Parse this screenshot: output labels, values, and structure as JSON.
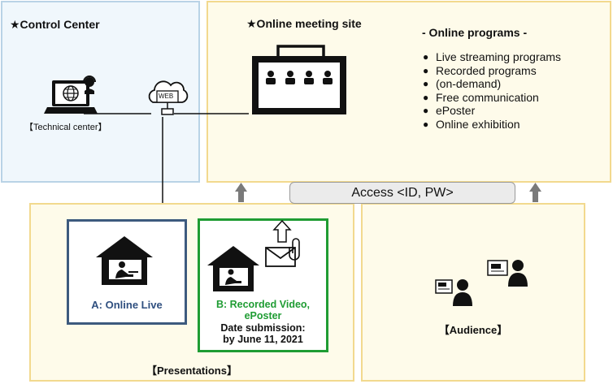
{
  "control_center": {
    "title": "★Control Center",
    "technical_center_label": "【Technical center】"
  },
  "meeting_site": {
    "title": "★Online meeting site"
  },
  "online_programs": {
    "heading": "- Online programs -",
    "items": [
      "Live streaming programs",
      "Recorded programs",
      "(on-demand)",
      "Free communication",
      "ePoster",
      "Online exhibition"
    ]
  },
  "web_label": "WEB",
  "access_label": "Access <ID, PW>",
  "presentations": {
    "label": "【Presentations】",
    "option_a": "A: Online Live",
    "option_b_line1": "B: Recorded Video,",
    "option_b_line2": "ePoster",
    "submission_line1": "Date submission:",
    "submission_line2": "by June 11, 2021"
  },
  "audience": {
    "label": "【Audience】"
  },
  "colors": {
    "blue_border": "#3d5a7e",
    "green_border": "#1f9c33",
    "accent_yellow": "#f2d98e",
    "accent_blue": "#b9d3e6"
  }
}
